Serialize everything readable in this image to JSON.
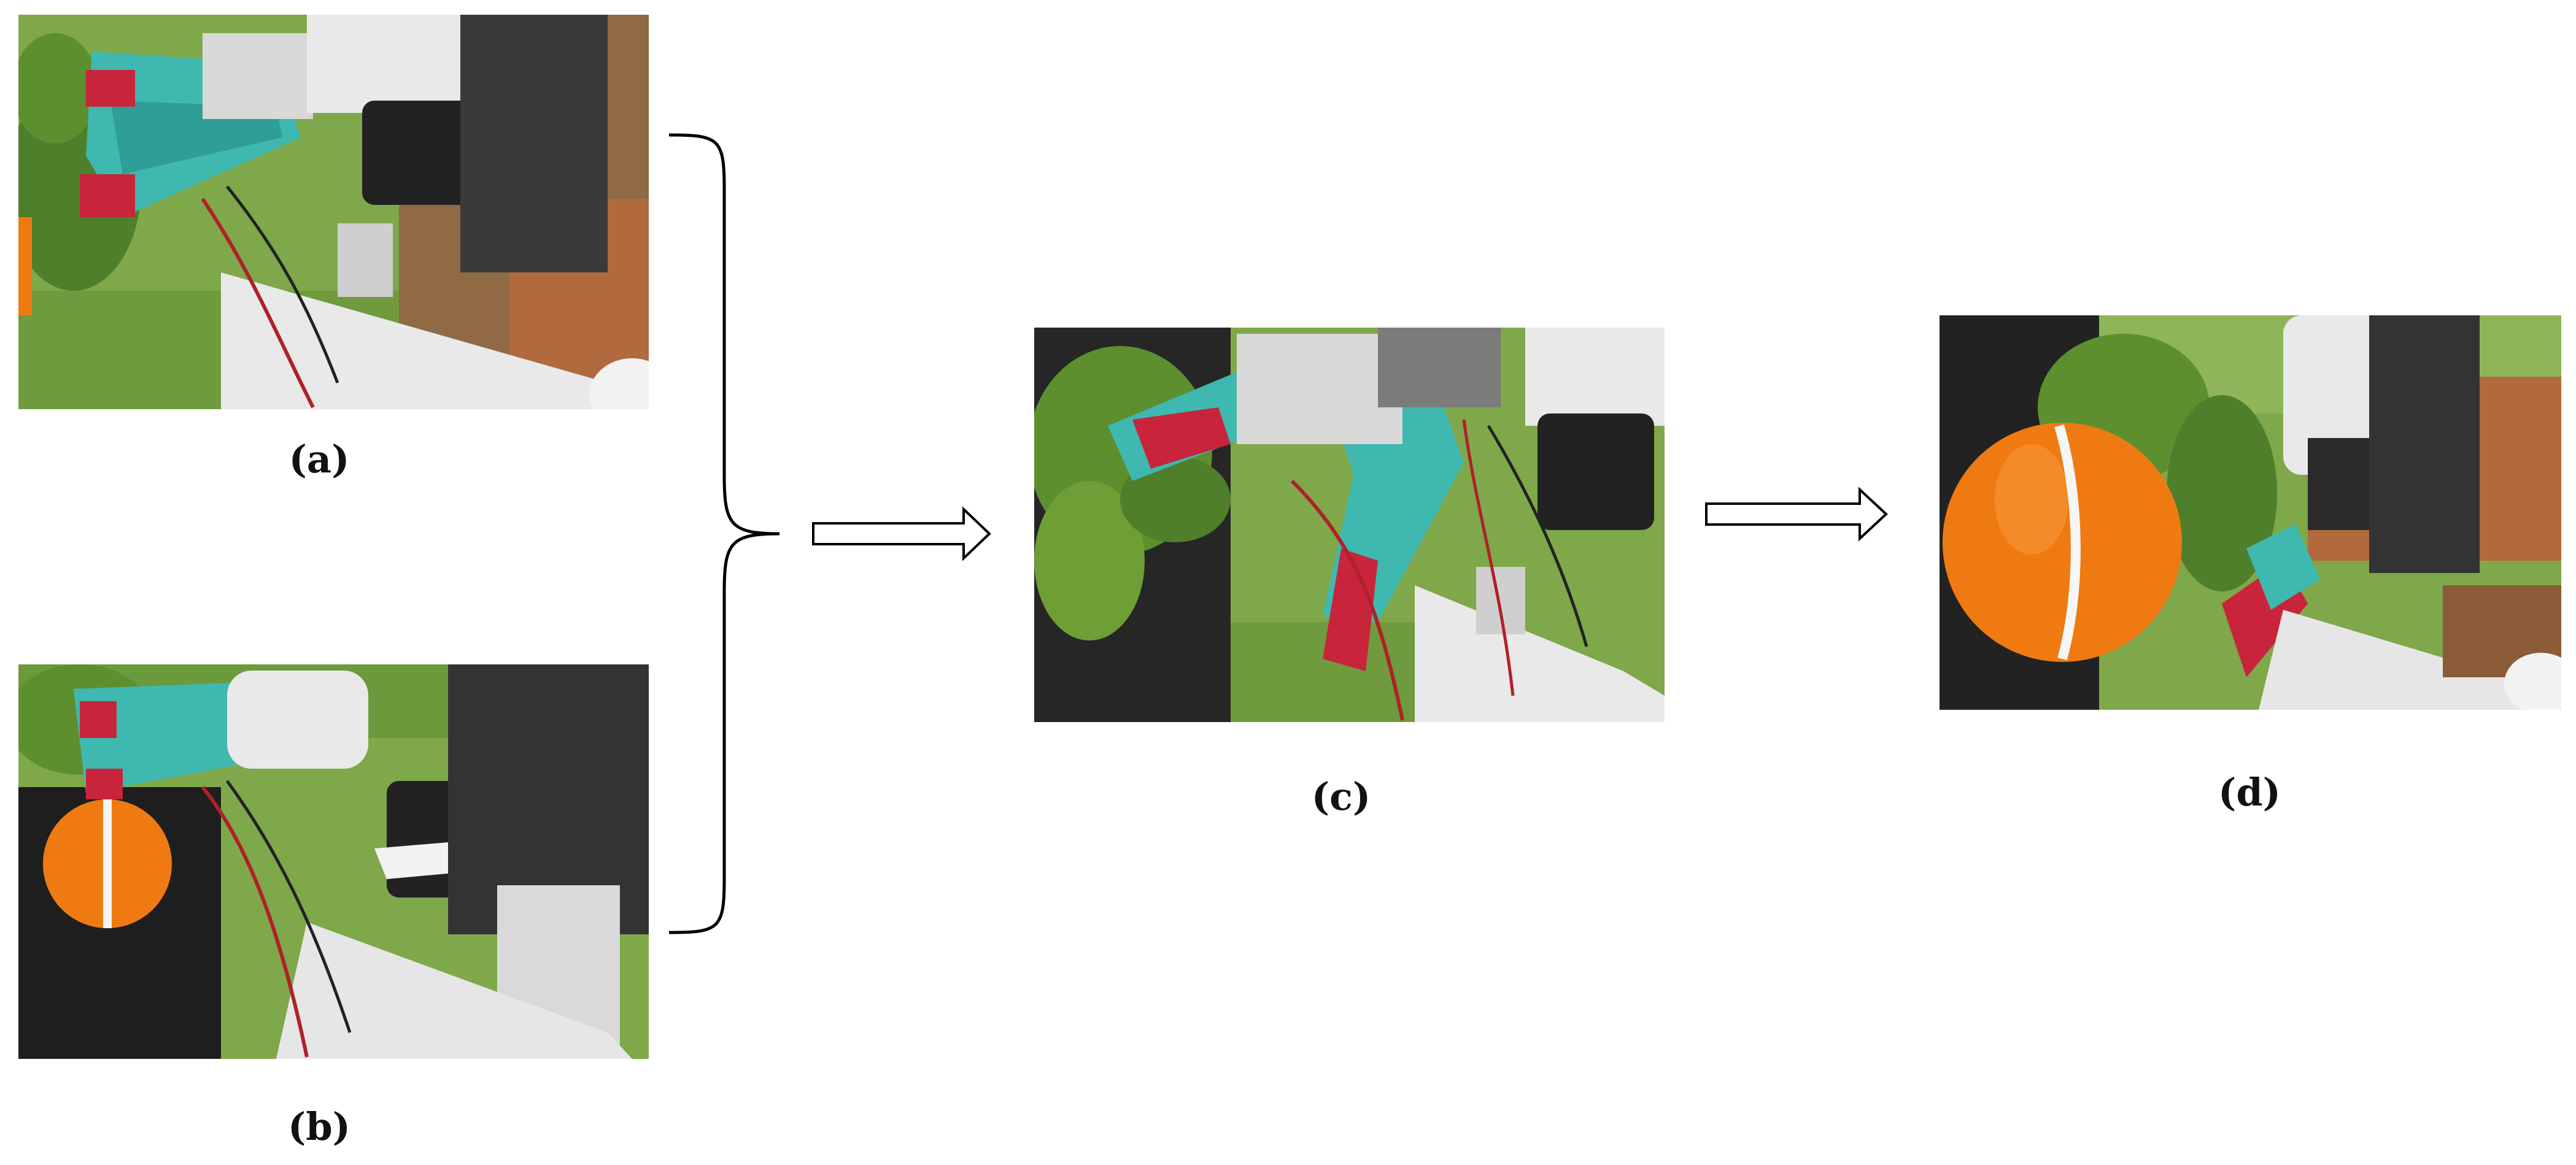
{
  "panels": [
    {
      "id": "a",
      "label": "(a)"
    },
    {
      "id": "b",
      "label": "(b)"
    },
    {
      "id": "c",
      "label": "(c)"
    },
    {
      "id": "d",
      "label": "(d)"
    }
  ],
  "colors": {
    "leaf": "#5e8f2f",
    "grass": "#7fa84a",
    "soil": "#b06a3e",
    "gripper_finger": "#3fb8b0",
    "finger_tip": "#c8243c",
    "orange": "#f07a12",
    "robot_white": "#e9e9e9",
    "motor_black": "#222222"
  },
  "icons": [
    "curly-brace-icon",
    "right-arrow-icon",
    "right-arrow-icon"
  ]
}
